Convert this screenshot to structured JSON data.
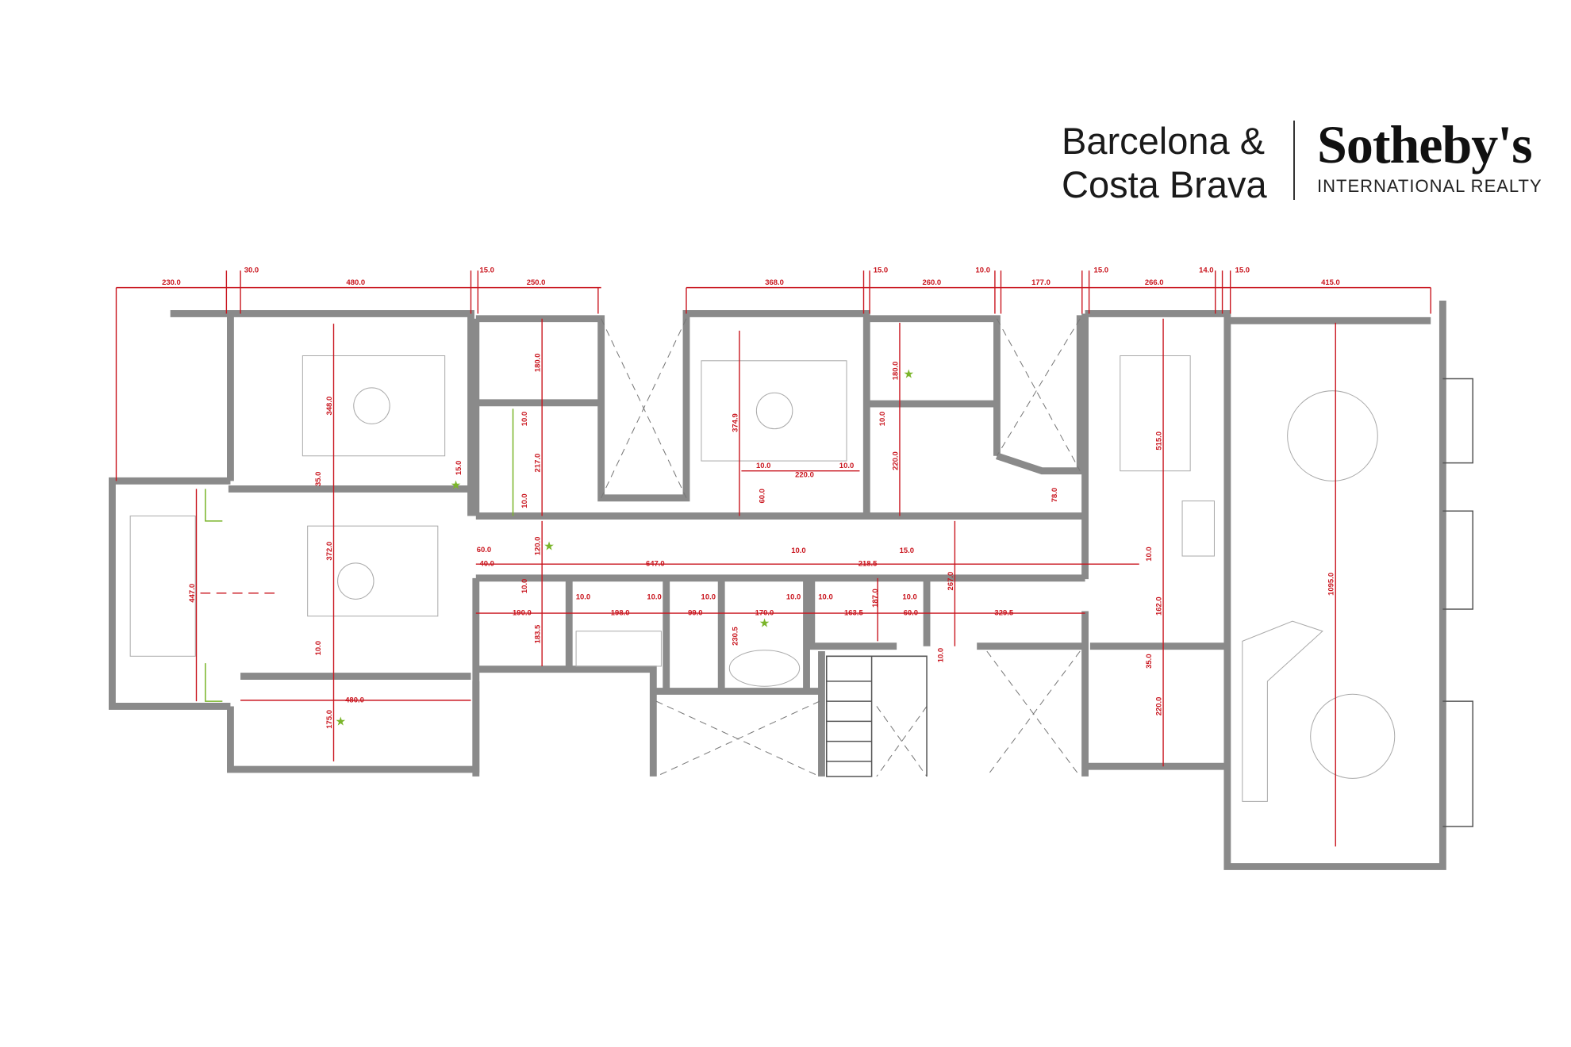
{
  "logo": {
    "left_line1": "Barcelona &",
    "left_line2": "Costa Brava",
    "brand": "Sotheby's",
    "brand_sub": "INTERNATIONAL REALTY"
  },
  "colors": {
    "dimension": "#c9151e",
    "wall": "#8a8a8a",
    "marker": "#7ab52a"
  },
  "dimensions": {
    "top": [
      "230.0",
      "30.0",
      "480.0",
      "15.0",
      "250.0",
      "368.0",
      "15.0",
      "260.0",
      "10.0",
      "177.0",
      "15.0",
      "266.0",
      "14.0",
      "15.0",
      "415.0"
    ],
    "vertical": [
      "348.0",
      "35.0",
      "372.0",
      "10.0",
      "175.0",
      "447.0",
      "180.0",
      "10.0",
      "217.0",
      "10.0",
      "15.0",
      "374.9",
      "180.0",
      "10.0",
      "220.0",
      "78.0",
      "515.0",
      "1095.0",
      "120.0",
      "10.0",
      "183.5",
      "230.5",
      "187.0",
      "267.0",
      "10.0",
      "10.0",
      "162.0",
      "35.0",
      "220.0",
      "60.0"
    ],
    "horizontal": [
      "10.0",
      "220.0",
      "10.0",
      "480.0",
      "60.0",
      "40.0",
      "647.0",
      "10.0",
      "218.5",
      "15.0",
      "190.0",
      "198.0",
      "99.0",
      "170.0",
      "163.5",
      "60.0",
      "329.5",
      "10.0",
      "10.0",
      "10.0",
      "10.0",
      "10.0",
      "10.0"
    ]
  }
}
